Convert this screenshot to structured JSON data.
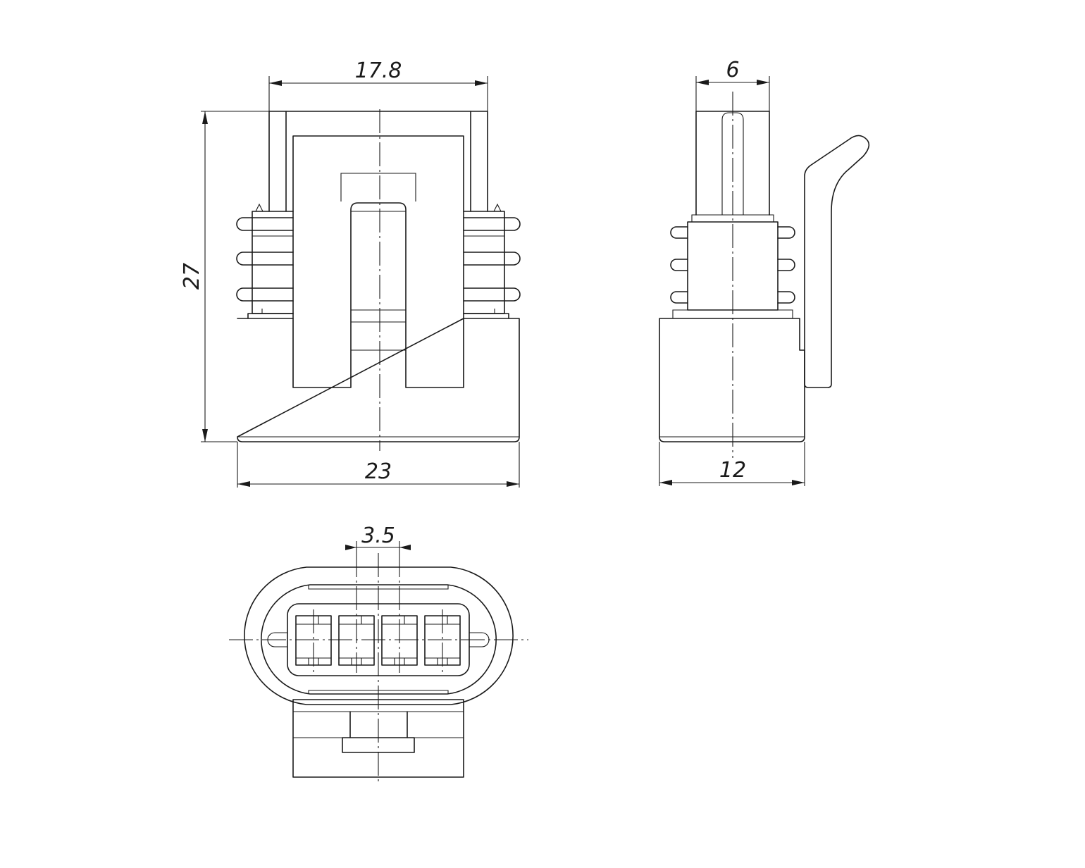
{
  "dimensions": {
    "front_top_width": "17.8",
    "front_height": "27",
    "front_base_width": "23",
    "side_top_width": "6",
    "side_base_width": "12",
    "bottom_pitch": "3.5"
  },
  "colors": {
    "line": "#1a1a1a",
    "background": "#ffffff"
  }
}
